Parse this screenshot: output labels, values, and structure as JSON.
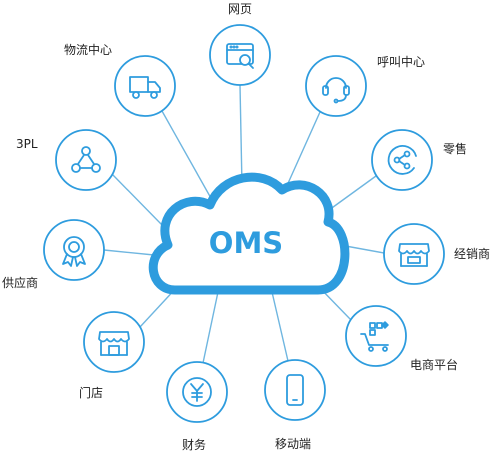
{
  "center": {
    "label": "OMS",
    "icon": "cloud-icon"
  },
  "nodes": [
    {
      "id": "web",
      "label": "网页",
      "icon": "browser-search-icon"
    },
    {
      "id": "call-center",
      "label": "呼叫中心",
      "icon": "headset-icon"
    },
    {
      "id": "retail",
      "label": "零售",
      "icon": "share-icon"
    },
    {
      "id": "distributor",
      "label": "经销商",
      "icon": "storefront-icon"
    },
    {
      "id": "ecommerce",
      "label": "电商平台",
      "icon": "shopping-cart-icon"
    },
    {
      "id": "mobile",
      "label": "移动端",
      "icon": "smartphone-icon"
    },
    {
      "id": "finance",
      "label": "财务",
      "icon": "yuan-coin-icon"
    },
    {
      "id": "store",
      "label": "门店",
      "icon": "shop-icon"
    },
    {
      "id": "supplier",
      "label": "供应商",
      "icon": "award-badge-icon"
    },
    {
      "id": "3pl",
      "label": "3PL",
      "icon": "network-icon"
    },
    {
      "id": "logistics",
      "label": "物流中心",
      "icon": "truck-icon"
    }
  ],
  "colors": {
    "stroke": "#2e9cde",
    "line": "#6fb6e0",
    "fill": "#ffffff",
    "center_text": "#2e9cde"
  }
}
